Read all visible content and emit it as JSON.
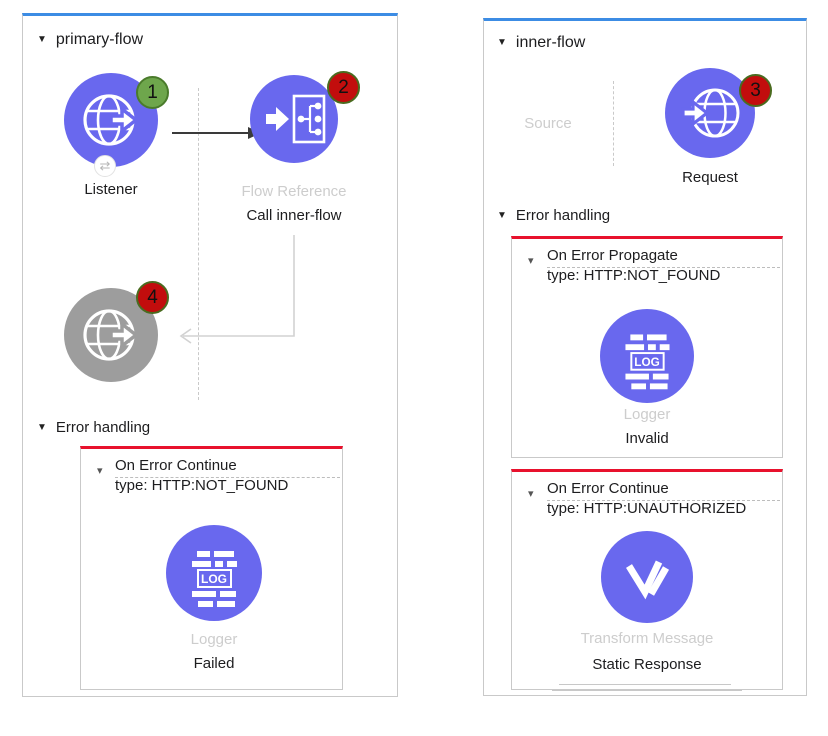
{
  "colors": {
    "node_blue": "#6968ee",
    "node_gray": "#9d9d9d",
    "panel_top_accent": "#3c8ce4",
    "error_top_accent": "#e8112d",
    "badge_green": "#6ea64c",
    "badge_red": "#c20d0d",
    "muted_label": "#cdcdcd"
  },
  "flows": {
    "primary": {
      "title": "primary-flow",
      "listener": {
        "label": "Listener",
        "badge": "1"
      },
      "flow_ref": {
        "type_label": "Flow Reference",
        "name": "Call inner-flow",
        "badge": "2"
      },
      "ghost_request": {
        "badge": "4"
      },
      "error_handling_label": "Error handling",
      "handler": {
        "title": "On Error Continue",
        "type": "type: HTTP:NOT_FOUND",
        "component_type": "Logger",
        "component_name": "Failed"
      }
    },
    "inner": {
      "title": "inner-flow",
      "source_label": "Source",
      "request": {
        "label": "Request",
        "badge": "3"
      },
      "error_handling_label": "Error handling",
      "handlers": [
        {
          "title": "On Error Propagate",
          "type": "type: HTTP:NOT_FOUND",
          "component_type": "Logger",
          "component_name": "Invalid"
        },
        {
          "title": "On Error Continue",
          "type": "type: HTTP:UNAUTHORIZED",
          "component_type": "Transform Message",
          "component_name": "Static Response"
        }
      ]
    }
  },
  "glyphs": {
    "disclosure": "▼",
    "disclosure_small": "▾",
    "exchange": "⇄",
    "logger_text": "LOG"
  }
}
